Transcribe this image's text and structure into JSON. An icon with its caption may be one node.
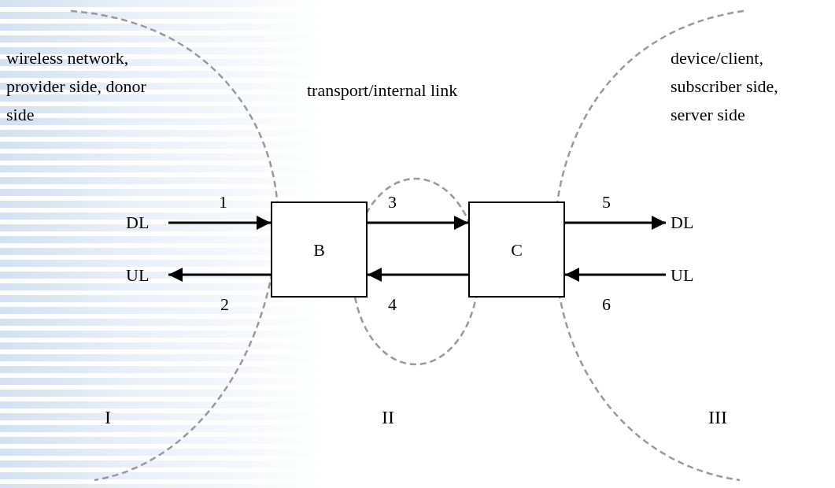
{
  "diagram": {
    "nodes": [
      {
        "text": [
          "DL"
        ]
      },
      {
        "text": [
          "B"
        ]
      },
      {
        "text": [
          "UL"
        ]
      },
      {
        "text": [
          "C"
        ]
      },
      {
        "text": [
          "DL"
        ]
      },
      {
        "text": [
          "UL"
        ]
      }
    ],
    "edges": [
      {
        "from": 0,
        "to": 1,
        "arrow": "to",
        "label": "1"
      },
      {
        "from": 1,
        "to": 2,
        "arrow": "to",
        "label": "2"
      },
      {
        "from": 1,
        "to": 3,
        "arrow": "to",
        "label": "3"
      },
      {
        "from": 3,
        "to": 1,
        "arrow": "to",
        "label": "4"
      },
      {
        "from": 3,
        "to": 4,
        "arrow": "to",
        "label": "5"
      },
      {
        "from": 5,
        "to": 3,
        "arrow": "to",
        "label": "6"
      }
    ],
    "labels": [
      "wireless network, provider side, donor side",
      "transport/internal link",
      "device/client, subscriber side, server side",
      "I",
      "II",
      "III"
    ]
  }
}
